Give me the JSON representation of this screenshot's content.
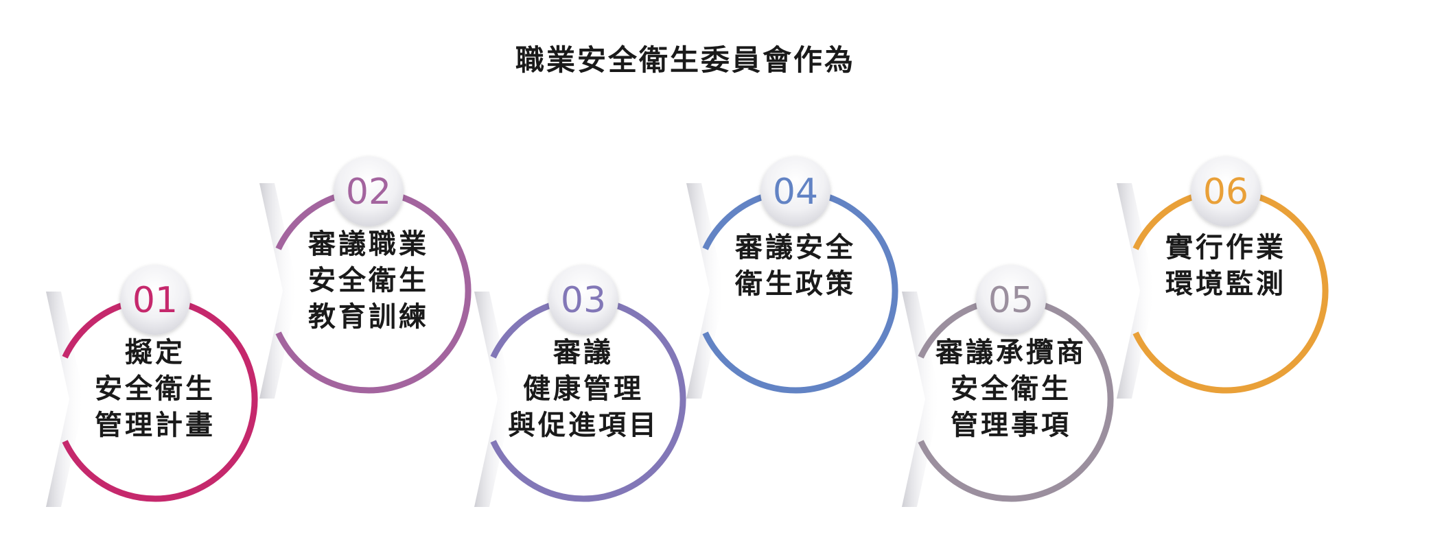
{
  "title": "職業安全衛生委員會作為",
  "steps": [
    {
      "number": "01",
      "color": "#c5286c",
      "lines": [
        "擬定",
        "安全衛生",
        "管理計畫"
      ]
    },
    {
      "number": "02",
      "color": "#a3649e",
      "lines": [
        "審議職業",
        "安全衛生",
        "教育訓練"
      ]
    },
    {
      "number": "03",
      "color": "#8277b7",
      "lines": [
        "審議",
        "健康管理",
        "與促進項目"
      ]
    },
    {
      "number": "04",
      "color": "#6283c4",
      "lines": [
        "審議安全",
        "衛生政策"
      ]
    },
    {
      "number": "05",
      "color": "#9b8f9e",
      "lines": [
        "審議承攬商",
        "安全衛生",
        "管理事項"
      ]
    },
    {
      "number": "06",
      "color": "#e9a038",
      "lines": [
        "實行作業",
        "環境監測"
      ]
    }
  ]
}
